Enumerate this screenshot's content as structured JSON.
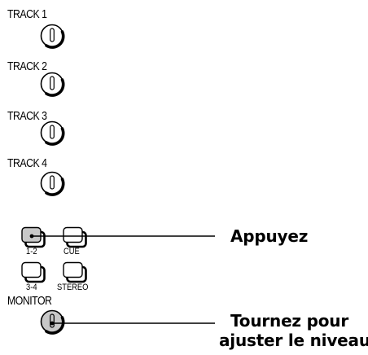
{
  "tracks": [
    {
      "label": "TRACK 1"
    },
    {
      "label": "TRACK 2"
    },
    {
      "label": "TRACK 3"
    },
    {
      "label": "TRACK 4"
    }
  ],
  "buttons": {
    "btn_12": "1-2",
    "btn_cue": "CUE",
    "btn_34": "3-4",
    "btn_stereo": "STEREO"
  },
  "monitor_label": "MONITOR",
  "callouts": {
    "press": "Appuyez",
    "turn_line1": "Tournez pour",
    "turn_line2": "ajuster le niveau"
  },
  "colors": {
    "active_fill": "#c8c8c8",
    "line": "#000000"
  }
}
